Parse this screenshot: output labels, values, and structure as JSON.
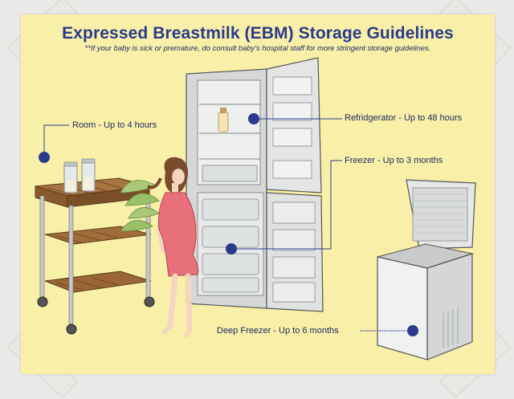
{
  "title": "Expressed Breastmilk (EBM) Storage Guidelines",
  "subtitle": "**If your baby is sick or premature, do consult baby's hospital staff for more stringent storage guidelines.",
  "locations": [
    {
      "name": "room",
      "label": "Room - Up to 4 hours"
    },
    {
      "name": "refrigerator",
      "label": "Refridgerator - Up to 48 hours"
    },
    {
      "name": "freezer",
      "label": "Freezer - Up to 3 months"
    },
    {
      "name": "deep-freezer",
      "label": "Deep Freezer - Up to 6 months"
    }
  ],
  "colors": {
    "background": "#f8f0a8",
    "title": "#2b3a8c",
    "marker": "#2b3a8c",
    "wood": "#9a6a3a",
    "dress": "#e8707a"
  }
}
